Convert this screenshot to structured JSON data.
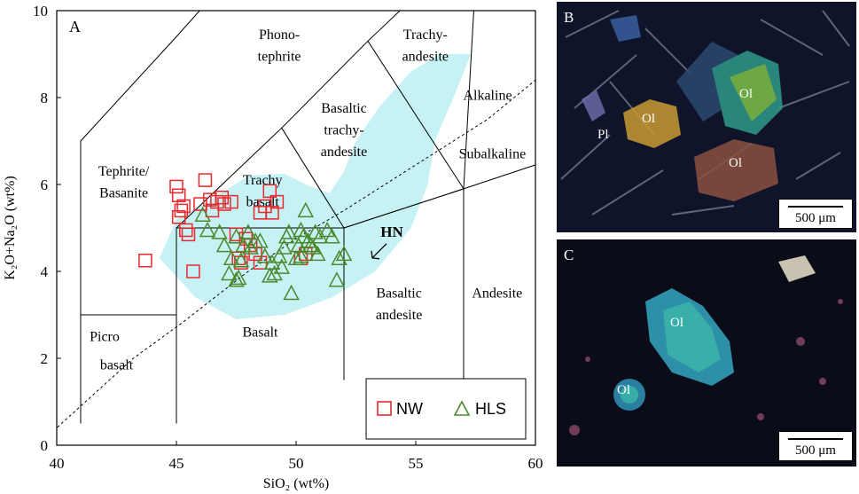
{
  "chart_data": {
    "type": "scatter",
    "panel_label": "A",
    "xlabel": "SiO₂ (wt%)",
    "ylabel": "K₂O+Na₂O (wt%)",
    "xlim": [
      40,
      60
    ],
    "ylim": [
      0,
      10
    ],
    "xticks": [
      "40",
      "45",
      "50",
      "55",
      "60"
    ],
    "yticks": [
      "0",
      "2",
      "4",
      "6",
      "8",
      "10"
    ],
    "fields": [
      {
        "label": "Phono-",
        "x": 49.3,
        "y": 9.35
      },
      {
        "label": "tephrite",
        "x": 49.3,
        "y": 8.85
      },
      {
        "label": "Trachy-",
        "x": 55.4,
        "y": 9.35
      },
      {
        "label": "andesite",
        "x": 55.4,
        "y": 8.85
      },
      {
        "label": "Basaltic",
        "x": 52.0,
        "y": 7.65
      },
      {
        "label": "trachy-",
        "x": 52.0,
        "y": 7.15
      },
      {
        "label": "andesite",
        "x": 52.0,
        "y": 6.65
      },
      {
        "label": "Alkaline",
        "x": 58.0,
        "y": 7.95
      },
      {
        "label": "Subalkaline",
        "x": 58.2,
        "y": 6.6
      },
      {
        "label": "Tephrite/",
        "x": 42.8,
        "y": 6.2
      },
      {
        "label": "Basanite",
        "x": 42.8,
        "y": 5.7
      },
      {
        "label": "Trachy",
        "x": 48.6,
        "y": 6.0
      },
      {
        "label": "basalt",
        "x": 48.6,
        "y": 5.5
      },
      {
        "label": "Basaltic",
        "x": 54.3,
        "y": 3.4
      },
      {
        "label": "andesite",
        "x": 54.3,
        "y": 2.9
      },
      {
        "label": "Andesite",
        "x": 58.4,
        "y": 3.4
      },
      {
        "label": "Basalt",
        "x": 48.5,
        "y": 2.5
      },
      {
        "label": "Picro",
        "x": 42.0,
        "y": 2.4
      },
      {
        "label": "basalt",
        "x": 42.5,
        "y": 1.75
      }
    ],
    "annotation": {
      "text": "HN",
      "x": 54.0,
      "y": 4.8
    },
    "boundaries": [
      [
        [
          41,
          0.5
        ],
        [
          41,
          7
        ],
        [
          45,
          9.4
        ],
        [
          48.4,
          11.5
        ]
      ],
      [
        [
          41,
          3
        ],
        [
          45,
          3
        ],
        [
          45,
          5
        ],
        [
          49.4,
          7.3
        ],
        [
          53,
          9.3
        ],
        [
          57.6,
          11.7
        ]
      ],
      [
        [
          45,
          0.5
        ],
        [
          45,
          5
        ]
      ],
      [
        [
          52,
          1.5
        ],
        [
          52,
          5
        ],
        [
          57,
          5.9
        ],
        [
          63,
          7
        ]
      ],
      [
        [
          57,
          1.5
        ],
        [
          57,
          5.9
        ]
      ],
      [
        [
          45,
          5
        ],
        [
          52,
          5
        ],
        [
          49.4,
          7.3
        ]
      ],
      [
        [
          52,
          5
        ],
        [
          57,
          5.9
        ],
        [
          53,
          9.3
        ]
      ],
      [
        [
          57,
          5.9
        ],
        [
          57.6,
          11.7
        ]
      ]
    ],
    "alkaline_line": [
      [
        39.2,
        0
      ],
      [
        40,
        0.4
      ],
      [
        43.2,
        2
      ],
      [
        45.2,
        2.8
      ],
      [
        48,
        4
      ],
      [
        50,
        4.75
      ],
      [
        52,
        5.4
      ],
      [
        54,
        6.1
      ],
      [
        56,
        6.8
      ],
      [
        58,
        7.5
      ],
      [
        60,
        8.4
      ]
    ],
    "shaded_region": [
      [
        44.3,
        4.3
      ],
      [
        45.8,
        3.4
      ],
      [
        47.5,
        2.9
      ],
      [
        49.5,
        3.0
      ],
      [
        51.5,
        3.4
      ],
      [
        53.3,
        4.0
      ],
      [
        54.8,
        5.0
      ],
      [
        55.5,
        6.0
      ],
      [
        55.8,
        7.0
      ],
      [
        56.8,
        8.3
      ],
      [
        57.3,
        9.0
      ],
      [
        56.0,
        9.0
      ],
      [
        54.8,
        8.6
      ],
      [
        53.5,
        7.8
      ],
      [
        52.5,
        7.0
      ],
      [
        52.0,
        6.3
      ],
      [
        51.4,
        5.8
      ],
      [
        50.6,
        5.95
      ],
      [
        49.5,
        6.25
      ],
      [
        48.0,
        6.2
      ],
      [
        46.3,
        5.6
      ],
      [
        45.0,
        5.2
      ]
    ],
    "series": [
      {
        "name": "NW",
        "marker": "square",
        "color": "#e8282c",
        "points": [
          [
            43.7,
            4.25
          ],
          [
            45.0,
            5.95
          ],
          [
            45.1,
            5.75
          ],
          [
            45.2,
            5.4
          ],
          [
            45.1,
            5.25
          ],
          [
            45.3,
            5.5
          ],
          [
            45.4,
            4.95
          ],
          [
            45.5,
            4.85
          ],
          [
            45.7,
            4.0
          ],
          [
            46.0,
            5.55
          ],
          [
            46.2,
            6.1
          ],
          [
            46.4,
            5.65
          ],
          [
            46.5,
            5.4
          ],
          [
            46.7,
            5.6
          ],
          [
            46.9,
            5.7
          ],
          [
            47.0,
            5.55
          ],
          [
            47.3,
            5.6
          ],
          [
            47.5,
            4.85
          ],
          [
            47.6,
            4.3
          ],
          [
            47.7,
            4.2
          ],
          [
            47.9,
            4.75
          ],
          [
            48.1,
            4.6
          ],
          [
            48.3,
            4.4
          ],
          [
            48.5,
            4.2
          ],
          [
            48.5,
            5.35
          ],
          [
            48.7,
            5.5
          ],
          [
            48.9,
            5.85
          ],
          [
            49.0,
            5.35
          ],
          [
            49.2,
            5.6
          ],
          [
            50.2,
            4.3
          ],
          [
            50.4,
            4.4
          ]
        ]
      },
      {
        "name": "HLS",
        "marker": "triangle",
        "color": "#4a8a2c",
        "points": [
          [
            46.1,
            5.3
          ],
          [
            46.3,
            4.95
          ],
          [
            46.8,
            4.9
          ],
          [
            47.0,
            4.6
          ],
          [
            47.2,
            3.95
          ],
          [
            47.3,
            4.3
          ],
          [
            47.5,
            4.8
          ],
          [
            47.5,
            3.8
          ],
          [
            47.6,
            3.85
          ],
          [
            47.7,
            4.25
          ],
          [
            47.8,
            4.6
          ],
          [
            48.0,
            4.9
          ],
          [
            48.1,
            4.55
          ],
          [
            48.3,
            4.7
          ],
          [
            48.5,
            4.7
          ],
          [
            48.7,
            4.35
          ],
          [
            48.9,
            3.9
          ],
          [
            49.0,
            4.2
          ],
          [
            49.1,
            3.95
          ],
          [
            49.3,
            4.35
          ],
          [
            49.4,
            4.1
          ],
          [
            49.5,
            4.55
          ],
          [
            49.6,
            4.8
          ],
          [
            49.7,
            4.9
          ],
          [
            49.8,
            3.5
          ],
          [
            50.0,
            4.3
          ],
          [
            50.1,
            4.6
          ],
          [
            50.2,
            4.95
          ],
          [
            50.3,
            4.8
          ],
          [
            50.4,
            5.4
          ],
          [
            50.5,
            4.7
          ],
          [
            50.6,
            4.6
          ],
          [
            50.7,
            4.55
          ],
          [
            50.8,
            4.9
          ],
          [
            51.0,
            4.8
          ],
          [
            51.3,
            4.95
          ],
          [
            51.5,
            4.8
          ],
          [
            51.7,
            3.8
          ],
          [
            51.8,
            4.3
          ],
          [
            52.0,
            4.4
          ],
          [
            50.2,
            4.35
          ],
          [
            50.9,
            4.4
          ]
        ]
      }
    ],
    "legend": {
      "position": "bottom-right",
      "entries": [
        "NW",
        "HLS"
      ]
    }
  },
  "images": [
    {
      "panel_label": "B",
      "labels": [
        "Ol",
        "Ol",
        "Pl",
        "Ol"
      ],
      "scale": "500 μm"
    },
    {
      "panel_label": "C",
      "labels": [
        "Ol",
        "Ol"
      ],
      "scale": "500 μm"
    }
  ],
  "colors": {
    "nw": "#e8282c",
    "hls": "#4a8a2c",
    "shade": "#c6f2f5",
    "micro_bg": "#0b0e1c"
  }
}
